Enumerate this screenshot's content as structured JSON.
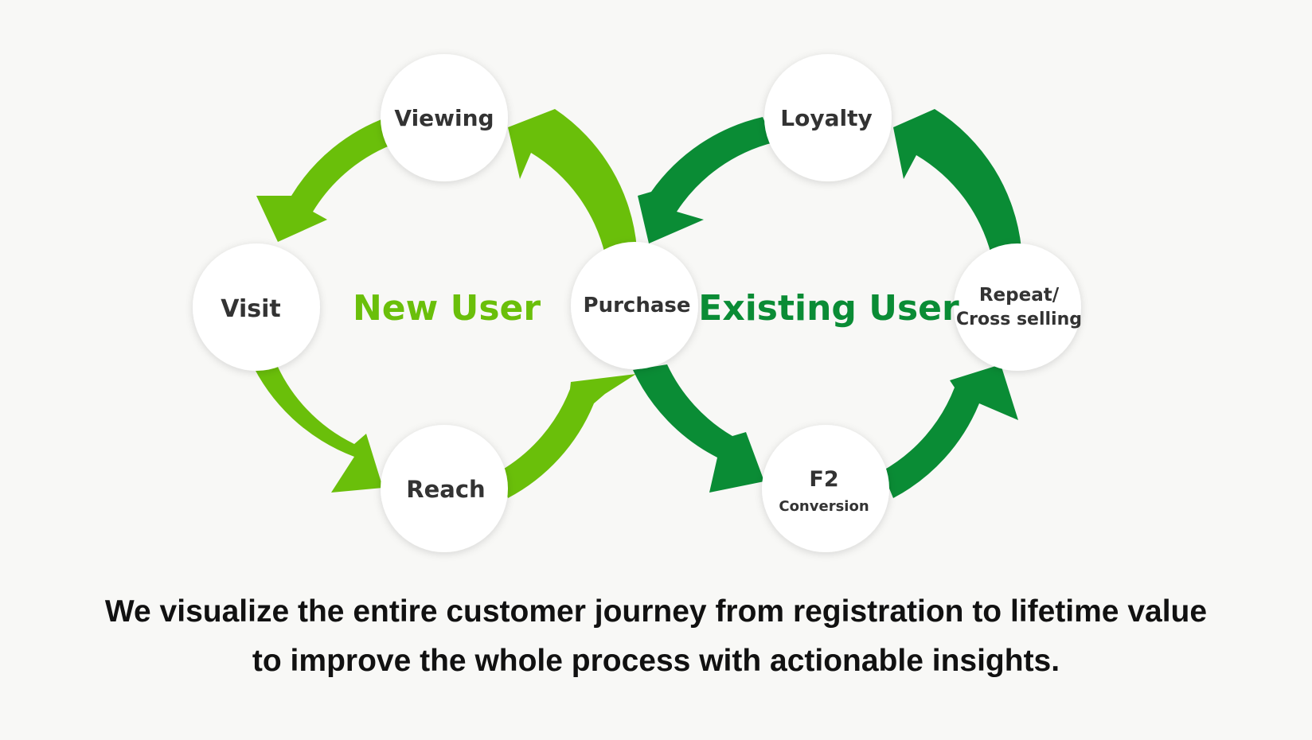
{
  "colors": {
    "background": "#f8f8f6",
    "new_user": "#6abf0a",
    "existing_user": "#0a8c35",
    "node_fill": "#ffffff",
    "node_text": "#333333",
    "caption_text": "#111111"
  },
  "loops": {
    "new_user_label": "New User",
    "existing_user_label": "Existing User"
  },
  "nodes": {
    "viewing": "Viewing",
    "visit": "Visit",
    "reach": "Reach",
    "purchase": "Purchase",
    "loyalty": "Loyalty",
    "repeat_line1": "Repeat/",
    "repeat_line2": "Cross selling",
    "f2_line1": "F2",
    "f2_line2": "Conversion"
  },
  "caption": {
    "line1": "We visualize the entire customer journey from registration to lifetime value",
    "line2": "to improve the whole process with actionable insights."
  }
}
